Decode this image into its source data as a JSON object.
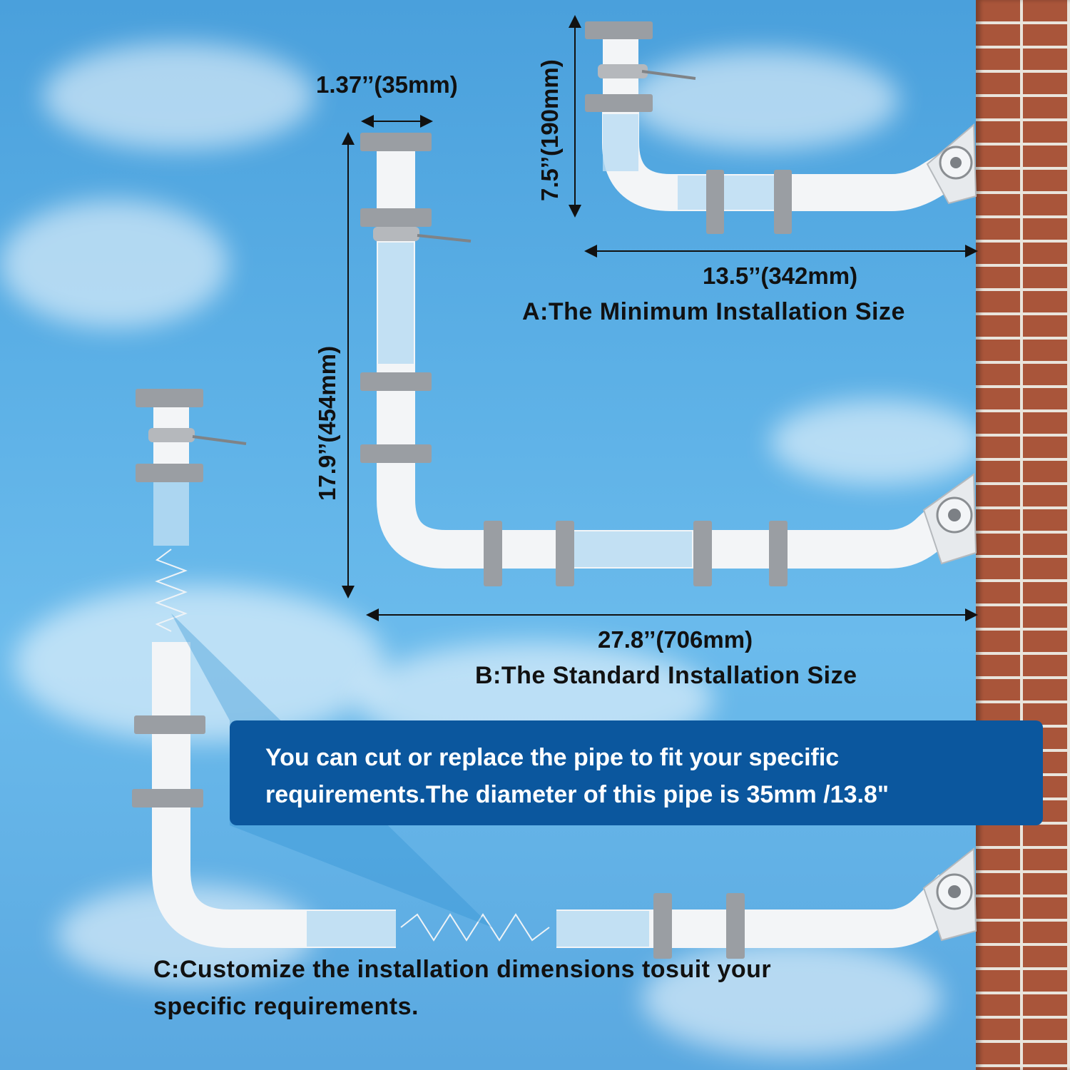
{
  "dimensions": {
    "pipe_diameter": "1.37’’(35mm)",
    "a_height": "7.5’’(190mm)",
    "a_width": "13.5’’(342mm)",
    "b_height": "17.9’’(454mm)",
    "b_width": "27.8’’(706mm)"
  },
  "captions": {
    "a": "A:The Minimum Installation Size",
    "b": "B:The Standard Installation Size",
    "c_line1": "C:Customize the installation dimensions tosuit your",
    "c_line2": "specific requirements."
  },
  "callout": {
    "line1": "You can cut or replace the pipe to fit your specific",
    "line2": "requirements.The diameter of this pipe is 35mm /13.8\""
  },
  "colors": {
    "callout_bg": "#0b579e",
    "sky": "#5cb0e6",
    "brick": "#a9553a",
    "pipe": "#f2f4f6",
    "clamp": "#9a9ea3"
  }
}
